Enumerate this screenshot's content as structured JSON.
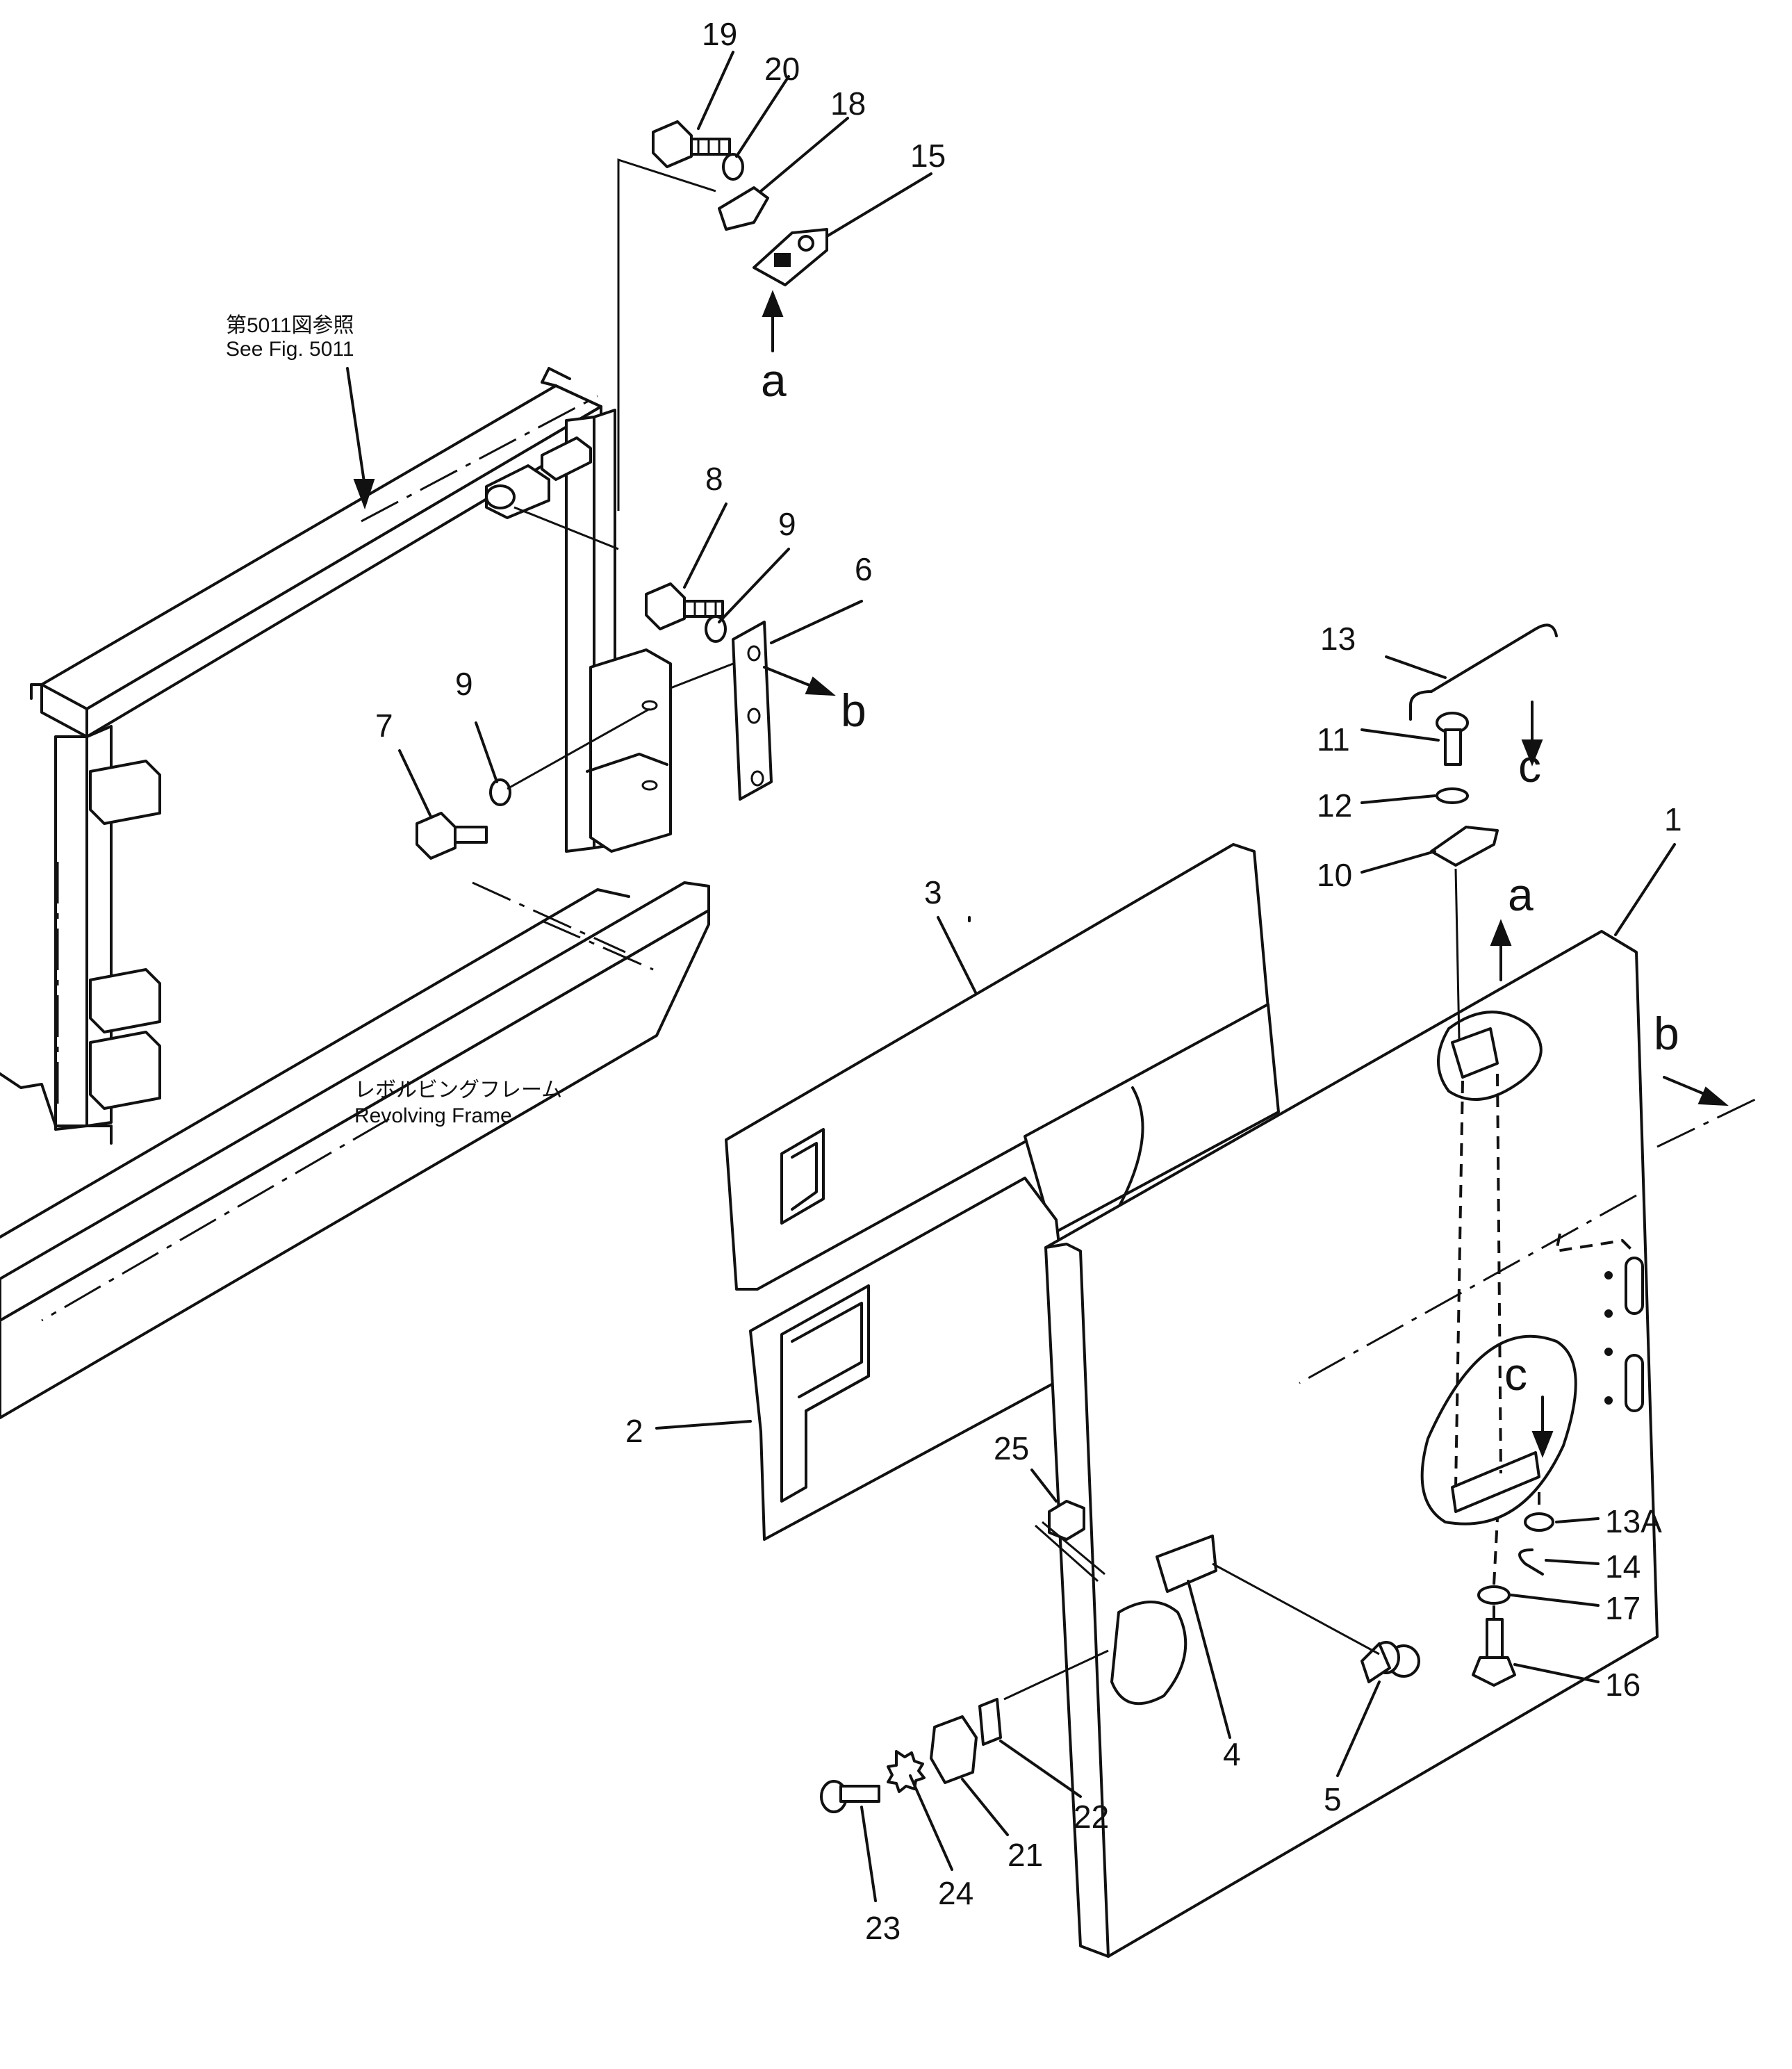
{
  "callouts": {
    "p1": "1",
    "p2": "2",
    "p3": "3",
    "p4": "4",
    "p5": "5",
    "p6": "6",
    "p7": "7",
    "p8": "8",
    "p9a": "9",
    "p9b": "9",
    "p10": "10",
    "p11": "11",
    "p12": "12",
    "p13": "13",
    "p13a": "13A",
    "p14": "14",
    "p15": "15",
    "p16": "16",
    "p17": "17",
    "p18": "18",
    "p19": "19",
    "p20": "20",
    "p21": "21",
    "p22": "22",
    "p23": "23",
    "p24": "24",
    "p25": "25"
  },
  "view_refs": {
    "a_top": "a",
    "a_right": "a",
    "b_bracket": "b",
    "b_right": "b",
    "c_top": "c",
    "c_inner": "c"
  },
  "notes": {
    "see_fig_jp": "第5011図参照",
    "see_fig_en": "See  Fig.  5011",
    "frame_jp": "レボルビングフレーム",
    "frame_en": "Revolving  Frame"
  }
}
